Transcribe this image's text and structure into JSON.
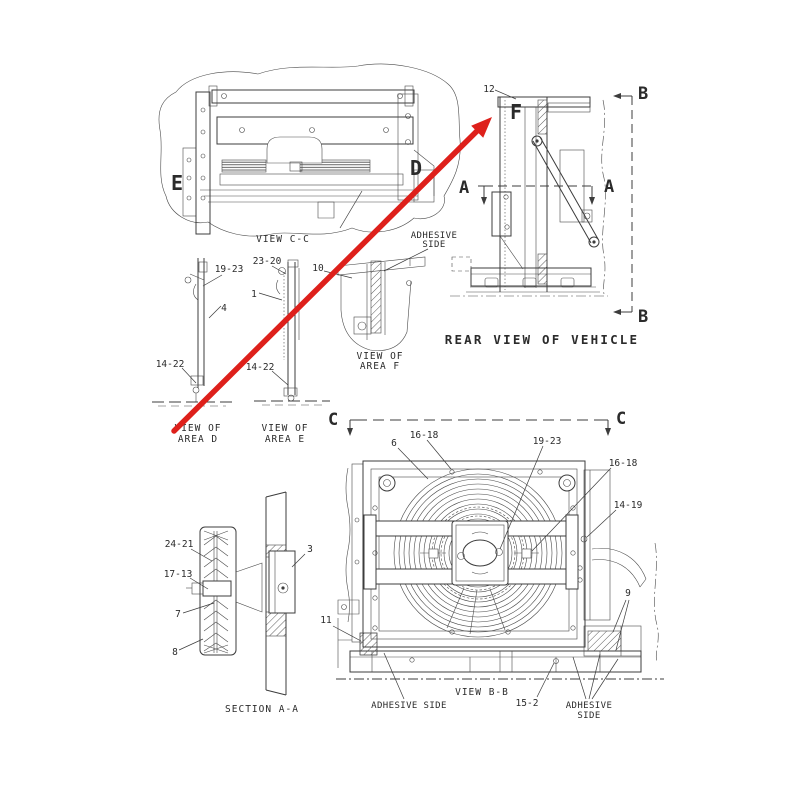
{
  "palette": {
    "line": "#3c3c3c",
    "text": "#2b2b2b",
    "background": "#ffffff",
    "arrow_red": "#de201b"
  },
  "view_cc": {
    "caption": "VIEW C-C",
    "letter_e": "E",
    "letter_d": "D"
  },
  "rear_view": {
    "caption": "REAR VIEW OF VEHICLE",
    "part_12": "12",
    "letter_f": "F",
    "letter_a_left": "A",
    "letter_a_right": "A",
    "letter_b_top": "B",
    "letter_b_bottom": "B"
  },
  "area_d": {
    "caption_line1": "VIEW OF",
    "caption_line2": "AREA D",
    "part_19_23": "19-23",
    "part_4": "4",
    "part_14_22": "14-22"
  },
  "area_e": {
    "caption_line1": "VIEW OF",
    "caption_line2": "AREA E",
    "part_23_20": "23-20",
    "part_1": "1",
    "part_14_22": "14-22"
  },
  "area_f": {
    "caption_line1": "VIEW OF",
    "caption_line2": "AREA F",
    "part_10": "10",
    "adhesive_line1": "ADHESIVE",
    "adhesive_line2": "SIDE"
  },
  "section_aa": {
    "caption": "SECTION A-A",
    "part_24_21": "24-21",
    "part_17_13": "17-13",
    "part_7": "7",
    "part_8": "8",
    "part_3": "3"
  },
  "view_bb": {
    "caption": "VIEW B-B",
    "letter_c_left": "C",
    "letter_c_right": "C",
    "part_6": "6",
    "part_16_18_top": "16-18",
    "part_19_23": "19-23",
    "part_16_18_right": "16-18",
    "part_14_19": "14-19",
    "part_9": "9",
    "part_11": "11",
    "part_15_2": "15-2",
    "adhesive_left": "ADHESIVE SIDE",
    "adhesive_right_line1": "ADHESIVE",
    "adhesive_right_line2": "SIDE"
  }
}
